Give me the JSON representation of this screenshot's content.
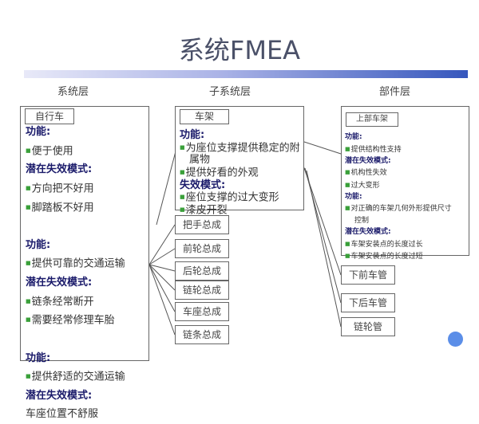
{
  "title": "系统FMEA",
  "columns": [
    "系统层",
    "子系统层",
    "部件层"
  ],
  "system": {
    "label": "自行车",
    "lines": [
      {
        "t": "h",
        "v": "功能:"
      },
      {
        "t": "i",
        "v": "便于使用"
      },
      {
        "t": "h",
        "v": "潜在失效模式:"
      },
      {
        "t": "i",
        "v": "方向把不好用"
      },
      {
        "t": "i",
        "v": "脚踏板不好用"
      },
      {
        "t": "s",
        "v": ""
      },
      {
        "t": "h",
        "v": "功能:"
      },
      {
        "t": "i",
        "v": "提供可靠的交通运输"
      },
      {
        "t": "h",
        "v": "潜在失效模式:"
      },
      {
        "t": "i",
        "v": "链条经常断开"
      },
      {
        "t": "i",
        "v": "需要经常修理车胎"
      },
      {
        "t": "s",
        "v": ""
      },
      {
        "t": "h",
        "v": "功能:"
      },
      {
        "t": "i",
        "v": "提供舒适的交通运输"
      },
      {
        "t": "h",
        "v": "潜在失效模式:"
      },
      {
        "t": "p",
        "v": "车座位置不舒服"
      }
    ]
  },
  "subsystem": {
    "label": "车架",
    "lines": [
      {
        "t": "h",
        "v": "功能:"
      },
      {
        "t": "i",
        "v": "为座位支撑提供稳定的附"
      },
      {
        "t": "c",
        "v": "属物"
      },
      {
        "t": "i",
        "v": "提供好看的外观"
      },
      {
        "t": "h",
        "v": "失效模式:"
      },
      {
        "t": "i",
        "v": "座位支撑的过大变形"
      },
      {
        "t": "i",
        "v": "漆皮开裂"
      }
    ],
    "others": [
      "把手总成",
      "前轮总成",
      "后轮总成",
      "链轮总成",
      "车座总成",
      "链条总成"
    ]
  },
  "component": {
    "label": "上部车架",
    "lines": [
      {
        "t": "h",
        "v": "功能:"
      },
      {
        "t": "i",
        "v": "提供结构性支持"
      },
      {
        "t": "h",
        "v": "潜在失效模式:"
      },
      {
        "t": "i",
        "v": "机构性失效"
      },
      {
        "t": "i",
        "v": "过大变形"
      },
      {
        "t": "h",
        "v": "功能:"
      },
      {
        "t": "i",
        "v": "对正确的车架几何外形提供尺寸"
      },
      {
        "t": "c",
        "v": "控制"
      },
      {
        "t": "h",
        "v": "潜在失效模式:"
      },
      {
        "t": "i",
        "v": "车架安装点的长度过长"
      },
      {
        "t": "i",
        "v": "车架安装点的长度过短"
      }
    ],
    "others": [
      "下前车管",
      "下后车管",
      "链轮管"
    ]
  },
  "colors": {
    "bullet": "#3aa03a",
    "heading": "#1a1a6a",
    "bar_end": "#3657bd",
    "dot": "#5b8ee8"
  }
}
